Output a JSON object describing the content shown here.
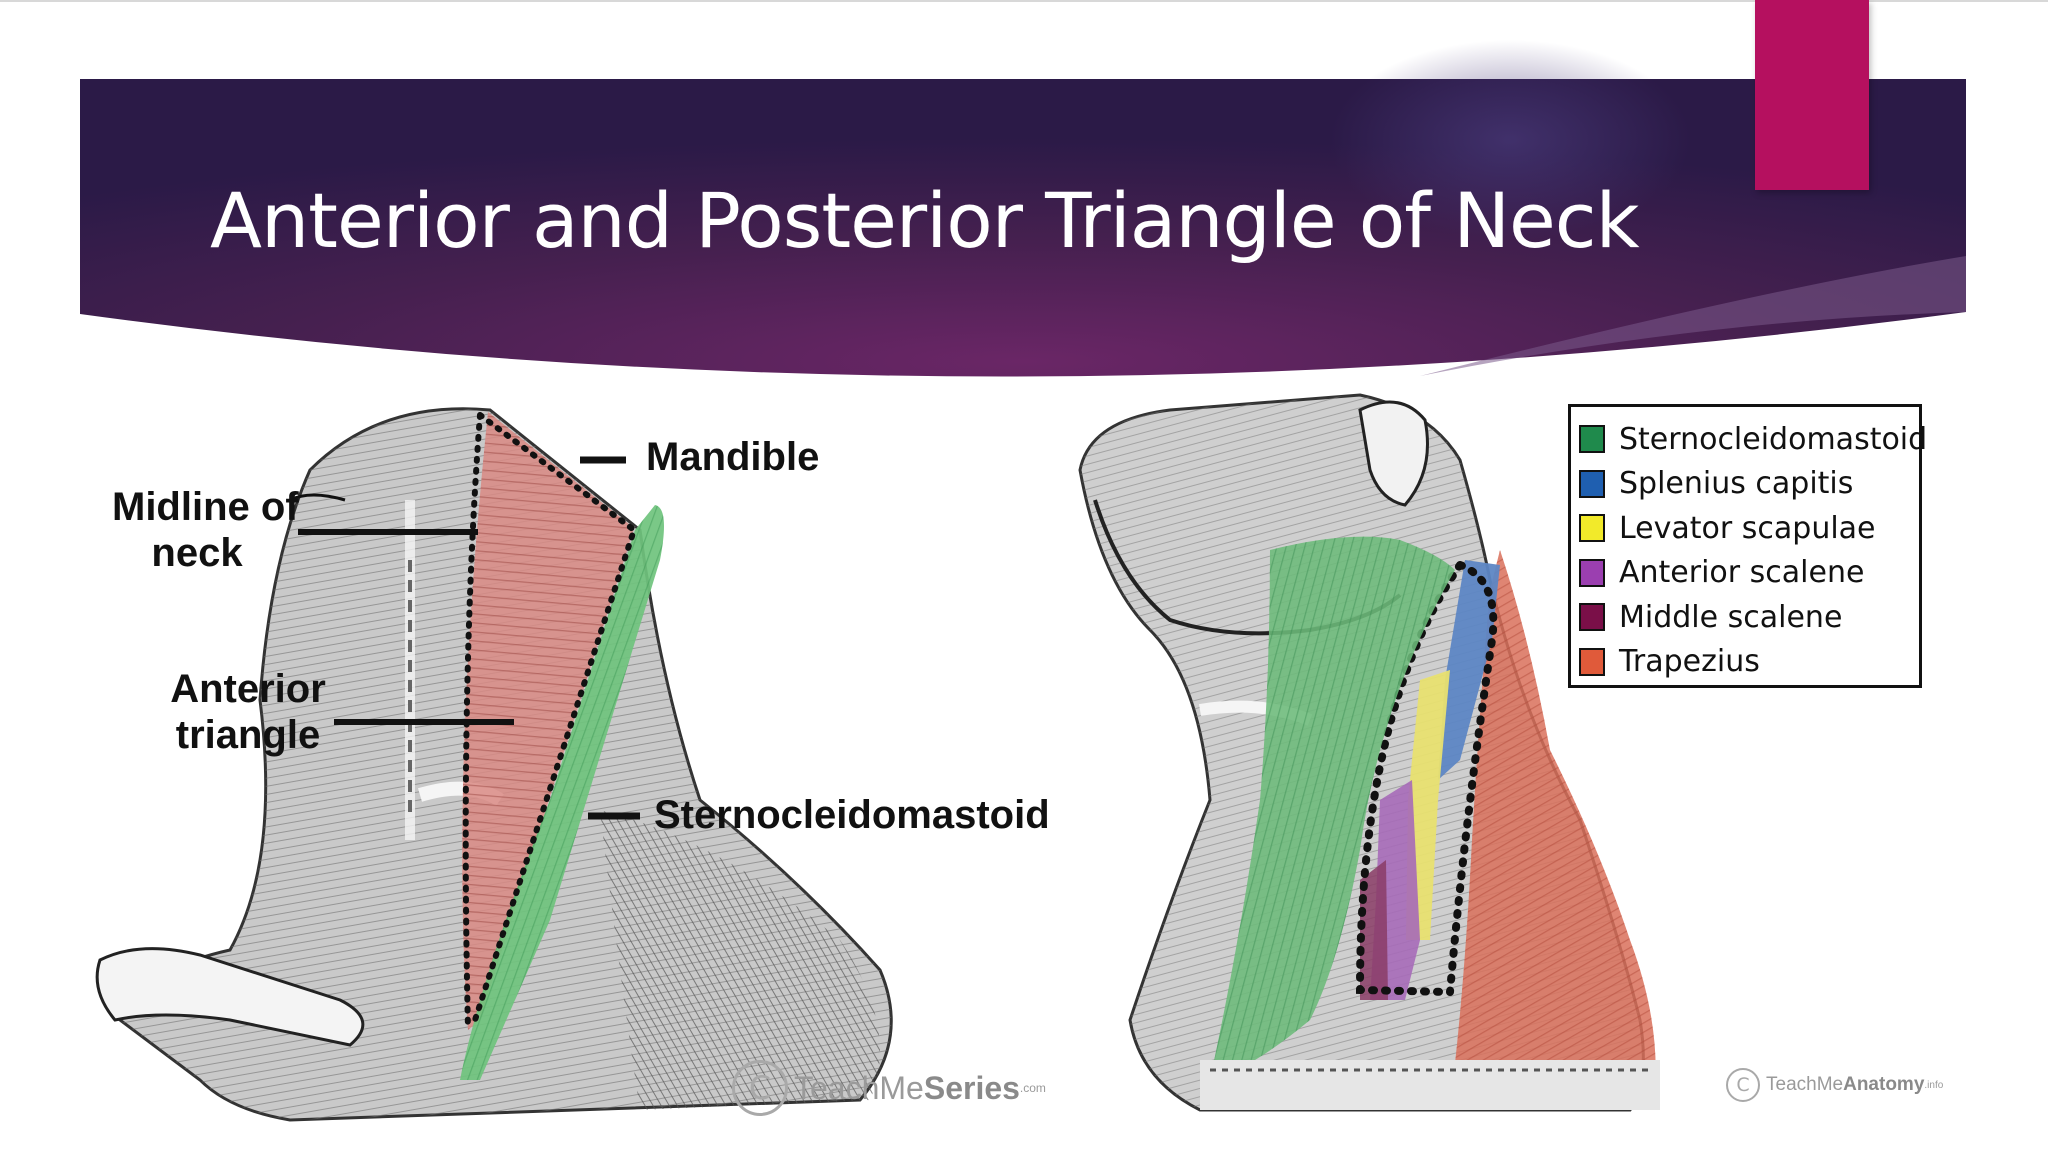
{
  "slide": {
    "title": "Anterior and Posterior Triangle of Neck",
    "colors": {
      "banner_dark": "#2c1b4d",
      "banner_mid": "#5a2462",
      "accent": "#b5105f"
    }
  },
  "left_figure": {
    "labels": {
      "mandible": "Mandible",
      "midline_line1": "Midline of",
      "midline_line2": "neck",
      "anterior_line1": "Anterior",
      "anterior_line2": "triangle",
      "scm": "Sternocleidomastoid"
    },
    "watermark": {
      "brand_regular": "TeachMe",
      "brand_bold": "Series",
      "suffix": ".com"
    }
  },
  "right_figure": {
    "legend": [
      {
        "label": "Sternocleidomastoid",
        "color": "#1f8a4c"
      },
      {
        "label": "Splenius capitis",
        "color": "#1f5fb0"
      },
      {
        "label": "Levator scapulae",
        "color": "#f2ea2a"
      },
      {
        "label": "Anterior scalene",
        "color": "#9b3fb0"
      },
      {
        "label": "Middle scalene",
        "color": "#7a0f48"
      },
      {
        "label": "Trapezius",
        "color": "#e05a3a"
      }
    ],
    "watermark": {
      "brand_regular": "TeachMe",
      "brand_bold": "Anatomy",
      "suffix": ".info"
    }
  },
  "copyright_symbol": "C"
}
